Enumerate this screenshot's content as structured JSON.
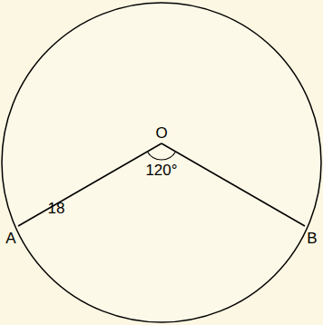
{
  "diagram": {
    "labels": [
      "O",
      "18",
      "120°",
      "A",
      "B"
    ]
  }
}
